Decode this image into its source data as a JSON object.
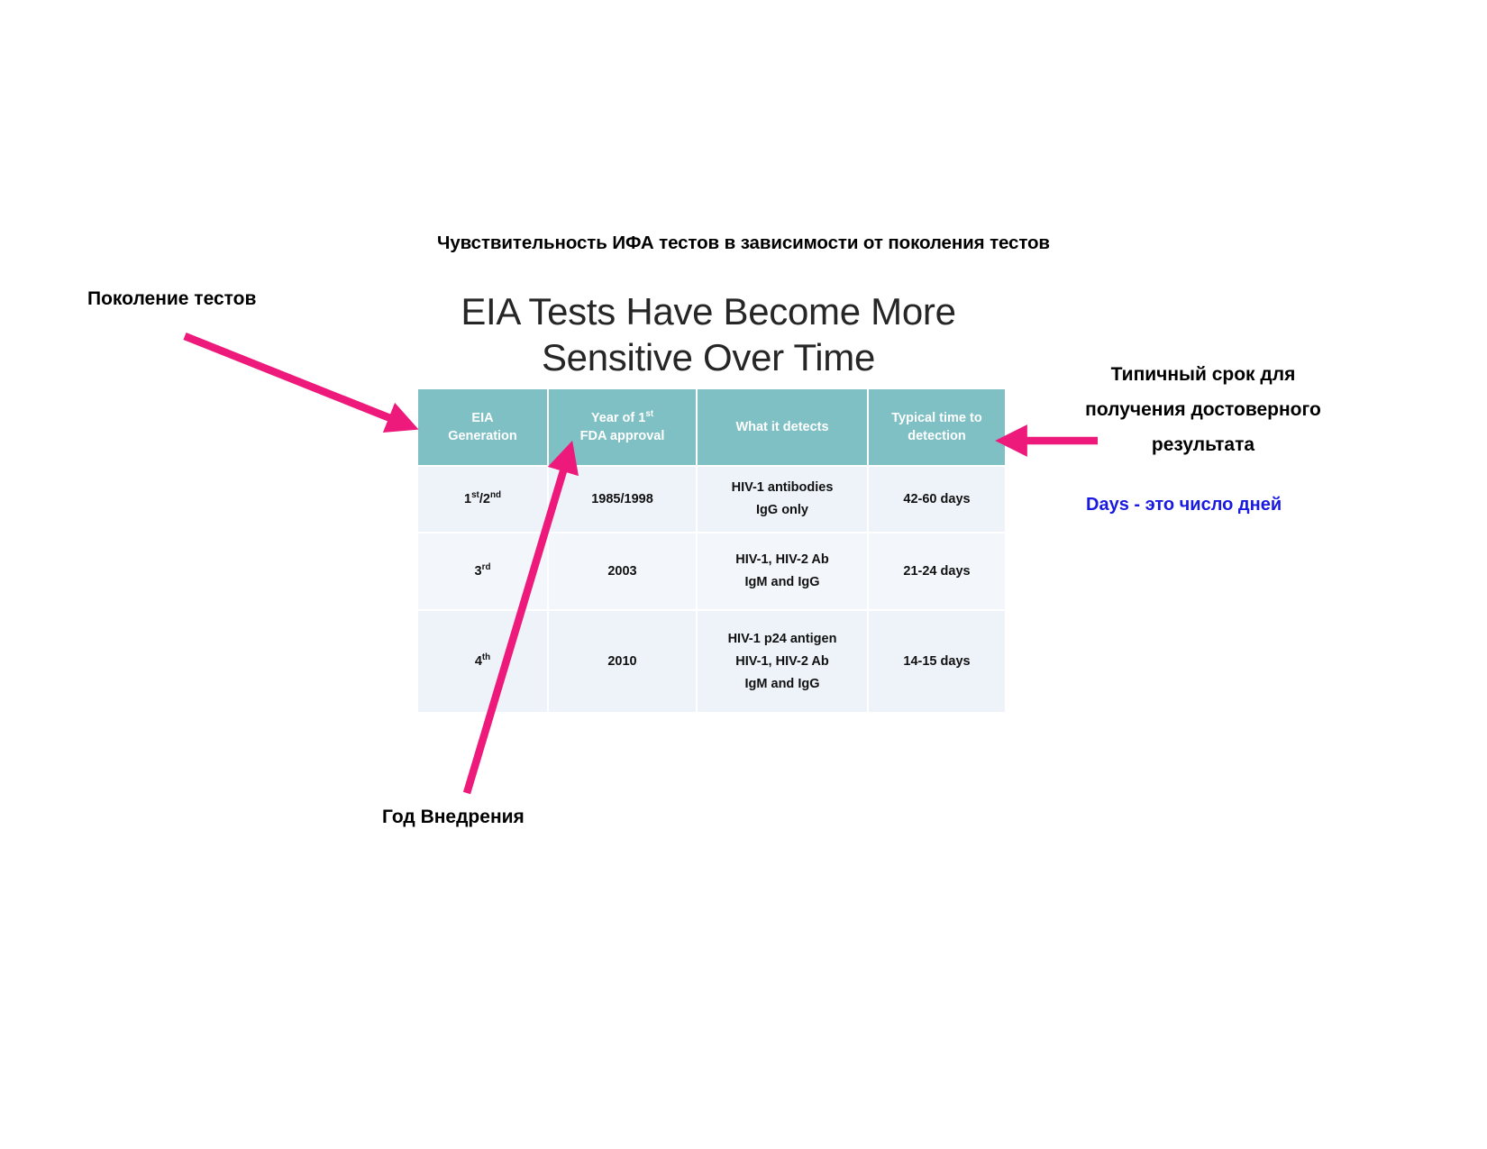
{
  "caption": {
    "top": "Чувствительность ИФА тестов в зависимости от поколения тестов"
  },
  "slide": {
    "heading_line1": "EIA Tests Have Become More",
    "heading_line2": "Sensitive Over Time"
  },
  "table": {
    "headers": [
      {
        "line1": "EIA",
        "line2": "Generation"
      },
      {
        "line1": "Year of 1st",
        "line2": "FDA approval"
      },
      {
        "line1": "What it detects",
        "line2": ""
      },
      {
        "line1": "Typical time to",
        "line2": "detection"
      }
    ],
    "rows": [
      {
        "generation_num": "1",
        "generation_sup": "st",
        "generation_num2": "2",
        "generation_sup2": "nd",
        "year": "1985/1998",
        "detects_line1": "HIV-1 antibodies",
        "detects_line2": "IgG only",
        "detects_line3": "",
        "time": "42-60 days"
      },
      {
        "generation_num": "3",
        "generation_sup": "rd",
        "generation_num2": "",
        "generation_sup2": "",
        "year": "2003",
        "detects_line1": "HIV-1, HIV-2 Ab",
        "detects_line2": "IgM and IgG",
        "detects_line3": "",
        "time": "21-24 days"
      },
      {
        "generation_num": "4",
        "generation_sup": "th",
        "generation_num2": "",
        "generation_sup2": "",
        "year": "2010",
        "detects_line1": "HIV-1 p24 antigen",
        "detects_line2": "HIV-1, HIV-2 Ab",
        "detects_line3": "IgM and IgG",
        "time": "14-15 days"
      }
    ]
  },
  "annotations": {
    "left": "Поколение тестов",
    "right": "Типичный срок для\nполучения достоверного\nрезультата",
    "blue": "Days - это число дней",
    "bottom": "Год Внедрения"
  },
  "colors": {
    "header_teal": "#7fc0c4",
    "row_light": "#eef3f9",
    "row_lighter": "#f3f7fb",
    "arrow_pink": "#ED1A7B",
    "blue_text": "#1a19e0",
    "heading_gray": "#262626"
  }
}
